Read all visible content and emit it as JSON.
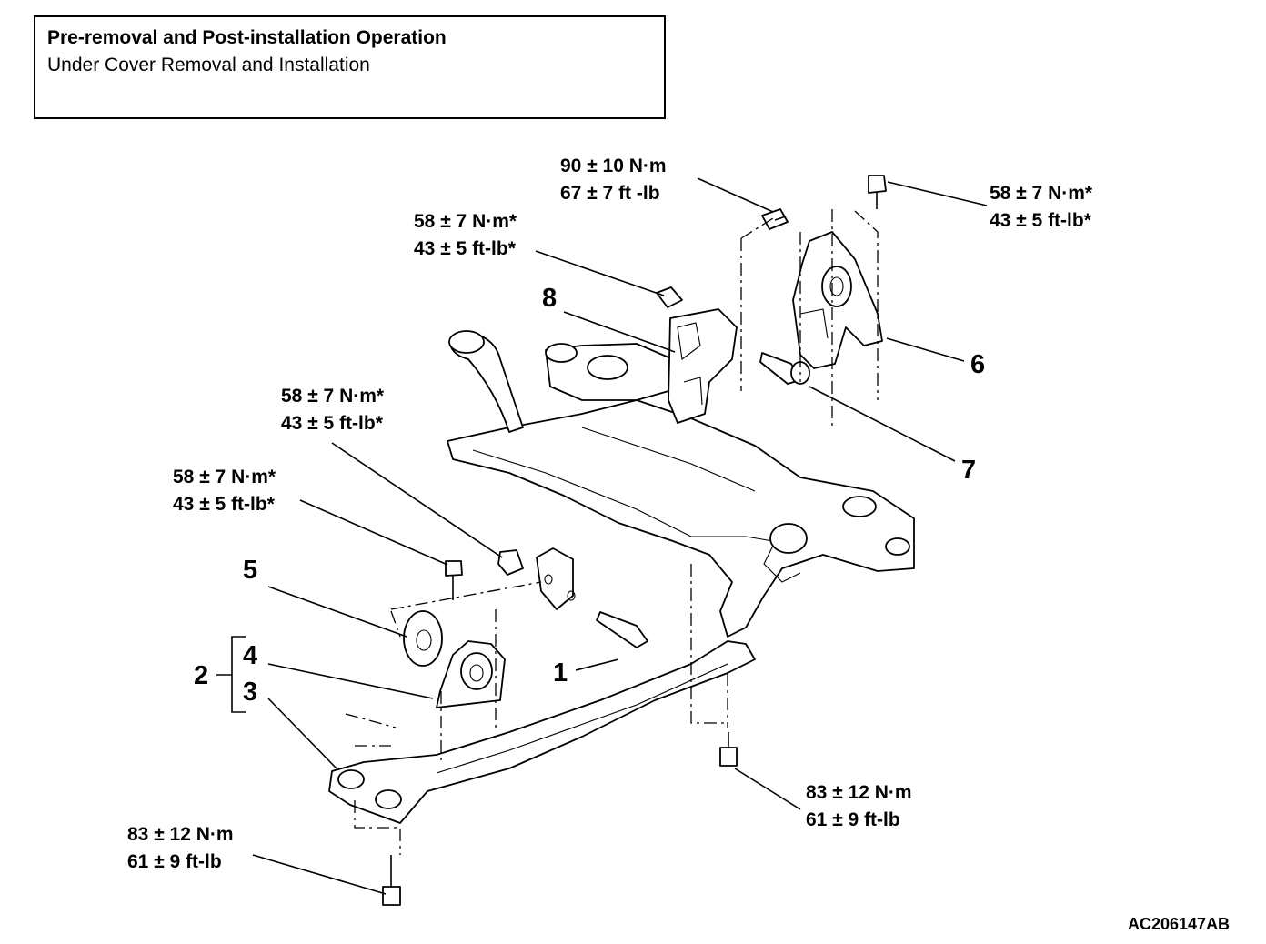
{
  "header": {
    "title": "Pre-removal and Post-installation Operation",
    "subtitle": "Under Cover Removal and Installation"
  },
  "torque_labels": {
    "top_center": [
      "90 ± 10 N·m",
      "67 ± 7 ft -lb"
    ],
    "top_right": [
      "58 ± 7 N·m*",
      "43 ± 5 ft-lb*"
    ],
    "upper_left": [
      "58 ± 7 N·m*",
      "43 ± 5 ft-lb*"
    ],
    "middle_left": [
      "58 ± 7 N·m*",
      "43 ± 5 ft-lb*"
    ],
    "lower_left": [
      "58 ± 7 N·m*",
      "43 ± 5 ft-lb*"
    ],
    "bottom_right": [
      "83 ± 12 N·m",
      "61 ± 9 ft-lb"
    ],
    "bottom_left": [
      "83 ± 12 N·m",
      "61 ± 9 ft-lb"
    ]
  },
  "callouts": {
    "c1": "1",
    "c2": "2",
    "c3": "3",
    "c4": "4",
    "c5": "5",
    "c6": "6",
    "c7": "7",
    "c8": "8"
  },
  "figure_id": "AC206147AB"
}
